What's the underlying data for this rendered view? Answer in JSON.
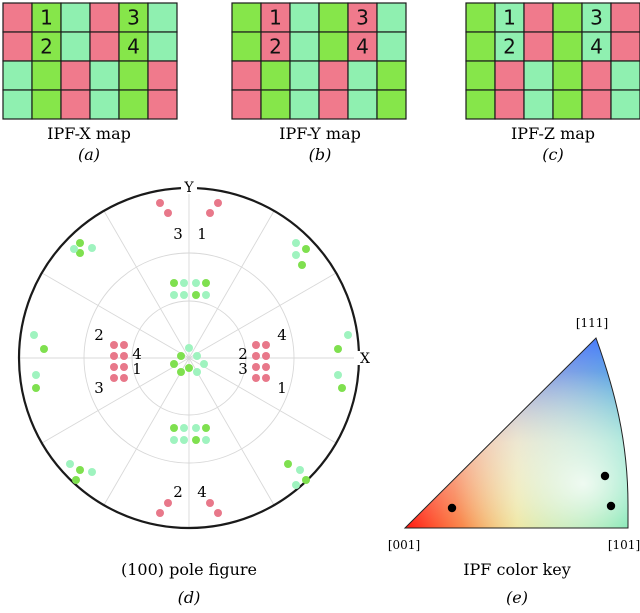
{
  "colors": {
    "red": "#f07a8c",
    "light_green": "#8ff0b0",
    "green": "#86e64a",
    "grid_line": "#1a1a1a",
    "pole_red": "#e8788a",
    "pole_light_green": "#9ff3bf",
    "pole_green": "#7fe04f"
  },
  "maps": [
    {
      "id": "ipf-x-map",
      "title": "IPF-X map",
      "panel_letter": "(a)",
      "cells": [
        [
          "red",
          "green",
          "light_green",
          "red",
          "green",
          "light_green"
        ],
        [
          "red",
          "green",
          "light_green",
          "red",
          "green",
          "light_green"
        ],
        [
          "light_green",
          "green",
          "red",
          "light_green",
          "green",
          "red"
        ],
        [
          "light_green",
          "green",
          "red",
          "light_green",
          "green",
          "red"
        ]
      ],
      "numbers": [
        {
          "row": 0,
          "col": 1,
          "label": "1"
        },
        {
          "row": 0,
          "col": 4,
          "label": "3"
        },
        {
          "row": 1,
          "col": 1,
          "label": "2"
        },
        {
          "row": 1,
          "col": 4,
          "label": "4"
        }
      ]
    },
    {
      "id": "ipf-y-map",
      "title": "IPF-Y map",
      "panel_letter": "(b)",
      "cells": [
        [
          "green",
          "red",
          "light_green",
          "green",
          "red",
          "light_green"
        ],
        [
          "green",
          "red",
          "light_green",
          "green",
          "red",
          "light_green"
        ],
        [
          "red",
          "green",
          "light_green",
          "red",
          "light_green",
          "green"
        ],
        [
          "red",
          "green",
          "light_green",
          "red",
          "light_green",
          "green"
        ]
      ],
      "numbers": [
        {
          "row": 0,
          "col": 1,
          "label": "1"
        },
        {
          "row": 0,
          "col": 4,
          "label": "3"
        },
        {
          "row": 1,
          "col": 1,
          "label": "2"
        },
        {
          "row": 1,
          "col": 4,
          "label": "4"
        }
      ]
    },
    {
      "id": "ipf-z-map",
      "title": "IPF-Z map",
      "panel_letter": "(c)",
      "cells": [
        [
          "green",
          "light_green",
          "red",
          "green",
          "light_green",
          "red"
        ],
        [
          "green",
          "light_green",
          "red",
          "green",
          "light_green",
          "red"
        ],
        [
          "green",
          "red",
          "light_green",
          "green",
          "red",
          "light_green"
        ],
        [
          "green",
          "red",
          "light_green",
          "green",
          "red",
          "light_green"
        ]
      ],
      "numbers": [
        {
          "row": 0,
          "col": 1,
          "label": "1"
        },
        {
          "row": 0,
          "col": 4,
          "label": "3"
        },
        {
          "row": 1,
          "col": 1,
          "label": "2"
        },
        {
          "row": 1,
          "col": 4,
          "label": "4"
        }
      ]
    }
  ],
  "pole_figure": {
    "caption": "(100) pole figure",
    "panel_letter": "(d)",
    "axis_y": "Y",
    "axis_x": "X",
    "labels": {
      "top_left": "3",
      "top_right": "1",
      "bottom_left": "2",
      "bottom_right": "4",
      "left_2": "2",
      "left_4": "4",
      "left_1": "1",
      "left_3": "3",
      "right_4": "4",
      "right_2": "2",
      "right_3": "3",
      "right_1": "1"
    }
  },
  "color_key": {
    "caption": "IPF color key",
    "panel_letter": "(e)",
    "corner_001": "[001]",
    "corner_101": "[101]",
    "corner_111": "[111]"
  }
}
